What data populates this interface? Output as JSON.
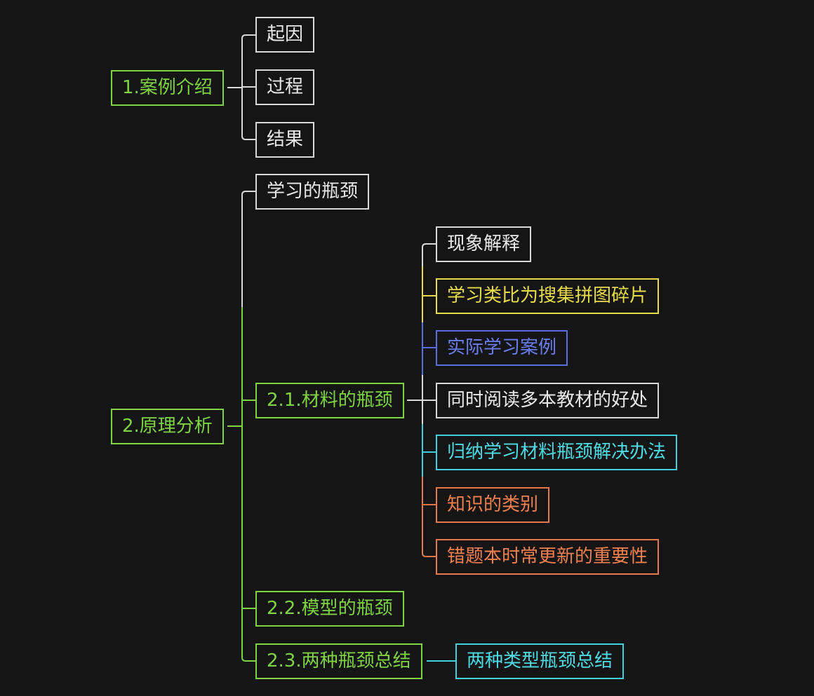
{
  "mindmap": {
    "colors": {
      "green": "#7ed442",
      "white": "#d9d9d9",
      "yellow": "#e8dc4a",
      "blue": "#5a6fe0",
      "cyan": "#3fd2dc",
      "orange": "#e6784a"
    },
    "case_intro": {
      "label": "1.案例介绍",
      "children": [
        "起因",
        "过程",
        "结果"
      ]
    },
    "principle": {
      "label": "2.原理分析",
      "learning_bottleneck": "学习的瓶颈",
      "material": {
        "label": "2.1.材料的瓶颈",
        "children": [
          "现象解释",
          "学习类比为搜集拼图碎片",
          "实际学习案例",
          "同时阅读多本教材的好处",
          "归纳学习材料瓶颈解决办法",
          "知识的类别",
          "错题本时常更新的重要性"
        ]
      },
      "model": {
        "label": "2.2.模型的瓶颈"
      },
      "summary": {
        "label": "2.3.两种瓶颈总结",
        "child": "两种类型瓶颈总结"
      }
    }
  }
}
